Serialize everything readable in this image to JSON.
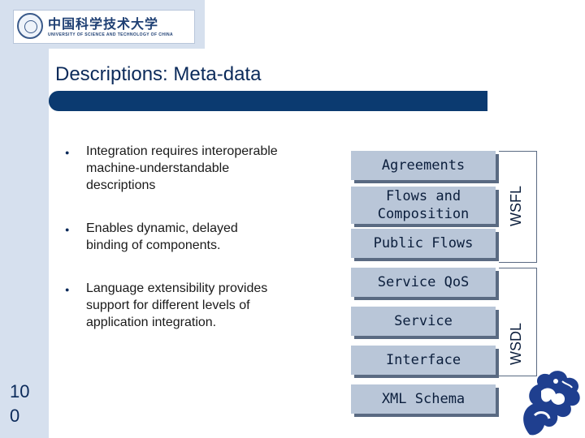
{
  "logo": {
    "name_cn": "中国科学技术大学",
    "name_en": "UNIVERSITY OF SCIENCE AND TECHNOLOGY OF CHINA"
  },
  "slide": {
    "title": "Descriptions: Meta-data",
    "bullets": [
      "Integration requires interoperable machine-understandable descriptions",
      "Enables dynamic, delayed binding of components.",
      "Language extensibility provides support for different levels of application integration."
    ],
    "page_number": "100"
  },
  "stack": {
    "layers": [
      "Agreements",
      "Flows and Composition",
      "Public Flows",
      "Service QoS",
      "Service",
      "Interface",
      "XML Schema"
    ],
    "groups": [
      "WSFL",
      "WSDL"
    ]
  },
  "colors": {
    "title_bar": "#0b3a70",
    "panel": "#d6e0ee",
    "box": "#b9c6d8",
    "text": "#0b2a5a"
  }
}
